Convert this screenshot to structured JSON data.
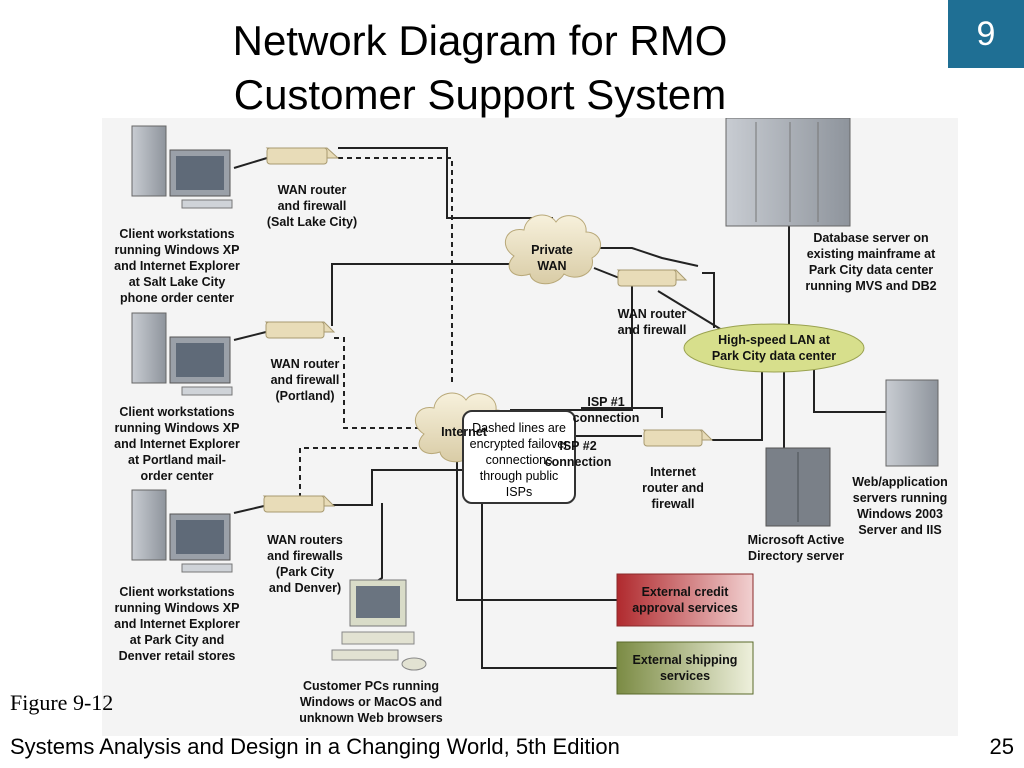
{
  "slide": {
    "title_line1": "Network Diagram for RMO",
    "title_line2": "Customer Support System",
    "chapter": "9",
    "figure": "Figure 9-12",
    "footer": "Systems Analysis and Design in a Changing World, 5th Edition",
    "page": "25"
  },
  "diagram": {
    "wan_slc": "WAN router\nand firewall\n(Salt Lake City)",
    "clients_slc": "Client workstations\nrunning Windows XP\nand Internet Explorer\nat Salt Lake City\nphone order center",
    "wan_portland": "WAN router\nand firewall\n(Portland)",
    "clients_portland": "Client workstations\nrunning Windows XP\nand Internet Explorer\nat Portland mail-\norder center",
    "wan_park": "WAN routers\nand firewalls\n(Park City\nand Denver)",
    "clients_park": "Client workstations\nrunning Windows XP\nand Internet Explorer\nat Park City and\nDenver retail stores",
    "customer_pcs": "Customer PCs running\nWindows or MacOS and\nunknown Web browsers",
    "note": "Dashed lines are\nencrypted failover\nconnections\nthrough public\nISPs",
    "private_wan": "Private\nWAN",
    "internet": "Internet",
    "wan_router_pc": "WAN router\nand firewall",
    "db_server": "Database server on\nexisting mainframe at\nPark City data center\nrunning MVS and DB2",
    "lan": "High-speed LAN at\nPark City data center",
    "isp1": "ISP #1\nconnection",
    "isp2": "ISP #2\nconnection",
    "internet_router": "Internet\nrouter and\nfirewall",
    "ad_server": "Microsoft Active\nDirectory server",
    "web_servers": "Web/application\nservers running\nWindows 2003\nServer and IIS",
    "credit": "External credit\napproval services",
    "shipping": "External shipping\nservices"
  },
  "colors": {
    "chapter_box": "#1f6f94",
    "cloud": "#efe6c8",
    "lan_ellipse": "#d7df8c",
    "credit_box": "#c0393b",
    "shipping_box": "#8a9a52",
    "router": "#e8dcb8"
  }
}
